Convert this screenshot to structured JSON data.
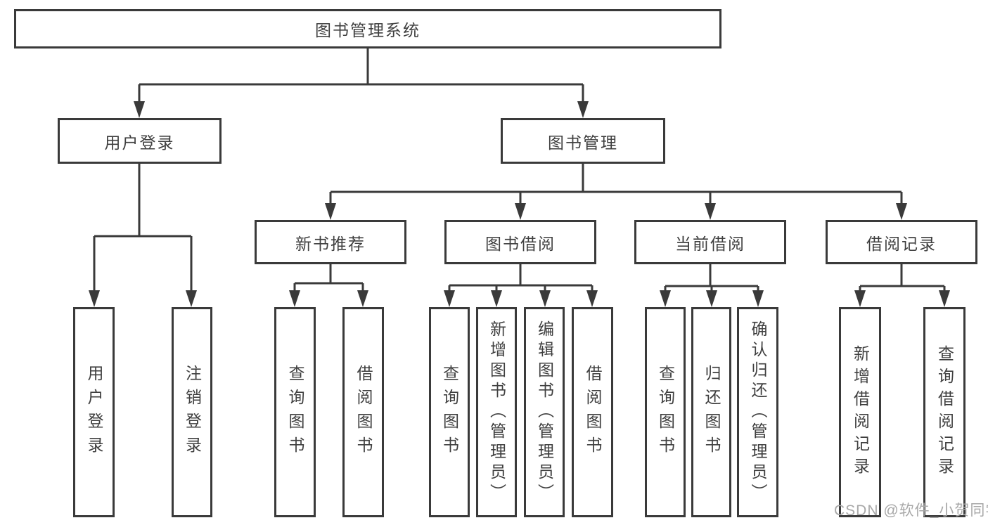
{
  "diagram": {
    "type": "hierarchy-tree",
    "root": {
      "label": "图书管理系统"
    },
    "level2": {
      "user_login": {
        "label": "用户登录"
      },
      "book_mgmt": {
        "label": "图书管理"
      }
    },
    "level3": {
      "new_book_rec": {
        "label": "新书推荐"
      },
      "book_borrow": {
        "label": "图书借阅"
      },
      "current_borrow": {
        "label": "当前借阅"
      },
      "borrow_records": {
        "label": "借阅记录"
      }
    },
    "leaves": {
      "user_login_login": {
        "label": "用户登录",
        "parent": "用户登录"
      },
      "user_login_logout": {
        "label": "注销登录",
        "parent": "用户登录"
      },
      "new_book_query": {
        "label": "查询图书",
        "parent": "新书推荐"
      },
      "new_book_borrow": {
        "label": "借阅图书",
        "parent": "新书推荐"
      },
      "borrow_query": {
        "label": "查询图书",
        "parent": "图书借阅"
      },
      "borrow_add": {
        "label": "新增图书（管理员）",
        "parent": "图书借阅"
      },
      "borrow_edit": {
        "label": "编辑图书（管理员）",
        "parent": "图书借阅"
      },
      "borrow_borrow": {
        "label": "借阅图书",
        "parent": "图书借阅"
      },
      "current_query": {
        "label": "查询图书",
        "parent": "当前借阅"
      },
      "current_return": {
        "label": "归还图书",
        "parent": "当前借阅"
      },
      "current_confirm": {
        "label": "确认归还（管理员）",
        "parent": "当前借阅"
      },
      "record_add": {
        "label": "新增借阅记录",
        "parent": "借阅记录"
      },
      "record_query": {
        "label": "查询借阅记录",
        "parent": "借阅记录"
      }
    },
    "watermark": "CSDN @软件_小贺同学",
    "colors": {
      "line": "#3a3a3a",
      "box_border": "#3a3a3a",
      "text": "#3f3f3f",
      "watermark_text": "#a8a8a8",
      "background": "#ffffff"
    }
  }
}
